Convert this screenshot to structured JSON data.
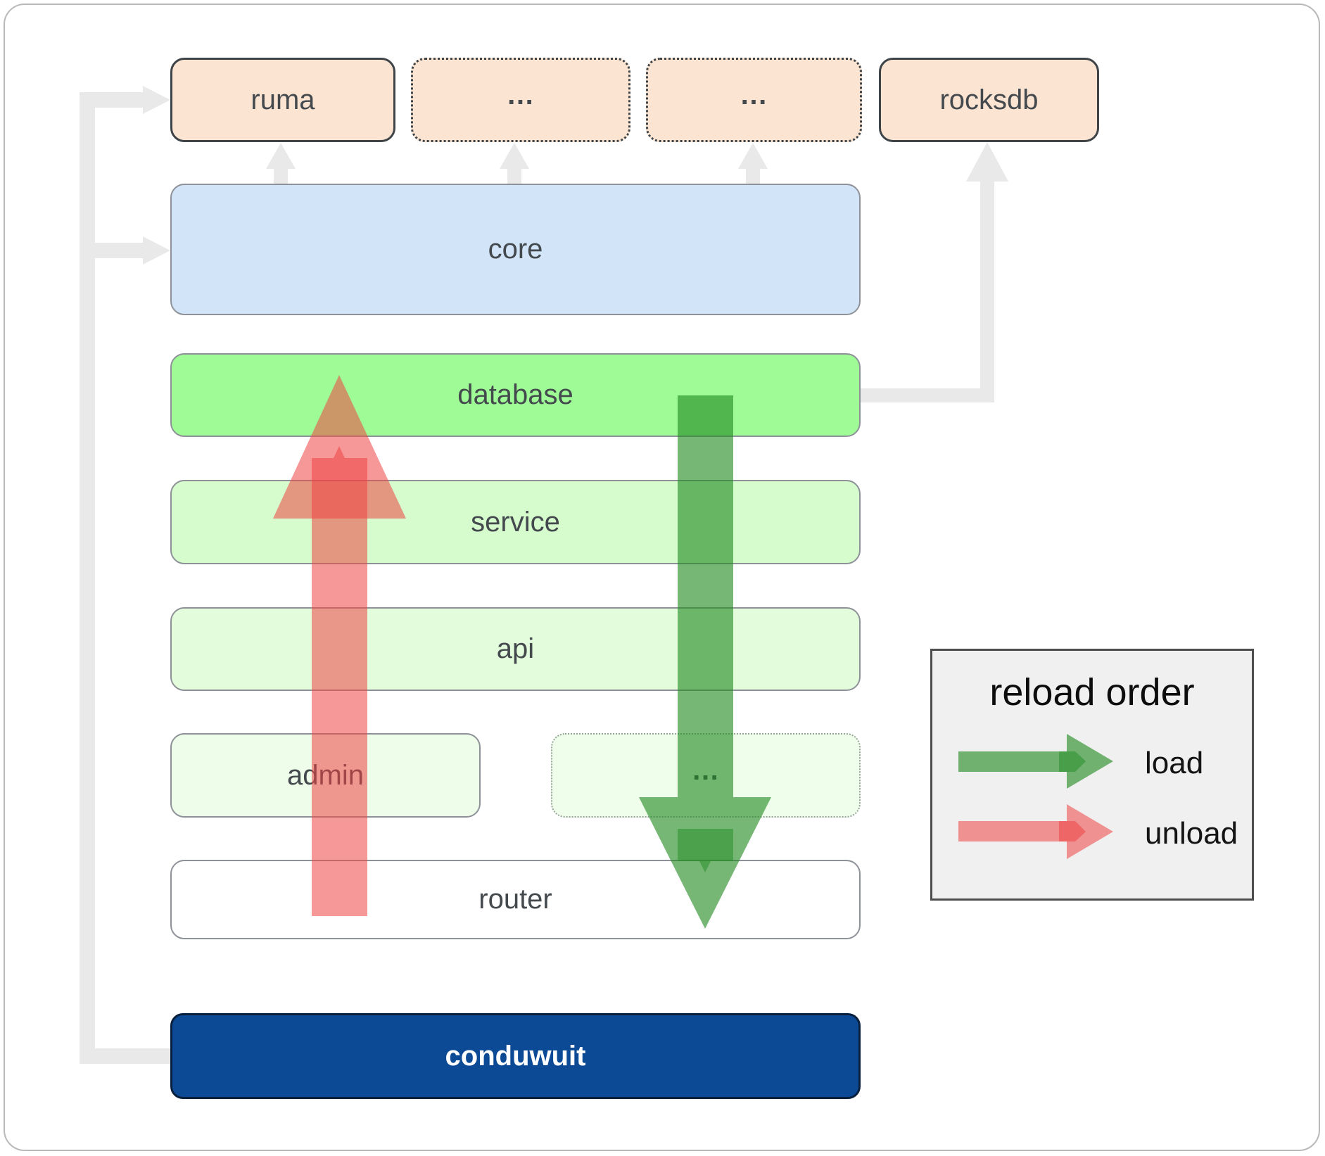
{
  "colors": {
    "module_fill": "#fbe4d2",
    "module_border": "#3f4448",
    "core_fill": "#d1e4f8",
    "database_fill": "#9ffb96",
    "service_fill": "#d6fccd",
    "api_fill": "#e3fcdc",
    "admin_fill": "#edfde9",
    "router_fill": "#ffffff",
    "conduwuit_fill": "#0d4a96",
    "load_green": "#228b22",
    "unload_red": "#ee4444",
    "connector_gray": "#e9e9e9",
    "legend_bg": "#f0f0f0",
    "text_dark": "#44494e"
  },
  "diagram": {
    "top_row": [
      {
        "label": "ruma",
        "style": "solid"
      },
      {
        "label": "…",
        "style": "dotted"
      },
      {
        "label": "…",
        "style": "dotted"
      },
      {
        "label": "rocksdb",
        "style": "solid"
      }
    ],
    "core": {
      "label": "core"
    },
    "database": {
      "label": "database"
    },
    "service": {
      "label": "service"
    },
    "api": {
      "label": "api"
    },
    "admin": {
      "label": "admin"
    },
    "module_row": {
      "label": "…"
    },
    "router": {
      "label": "router"
    },
    "conduwuit": {
      "label": "conduwuit"
    }
  },
  "legend": {
    "title": "reload order",
    "items": [
      {
        "label": "load",
        "color": "#228b22"
      },
      {
        "label": "unload",
        "color": "#ee4444"
      }
    ]
  }
}
